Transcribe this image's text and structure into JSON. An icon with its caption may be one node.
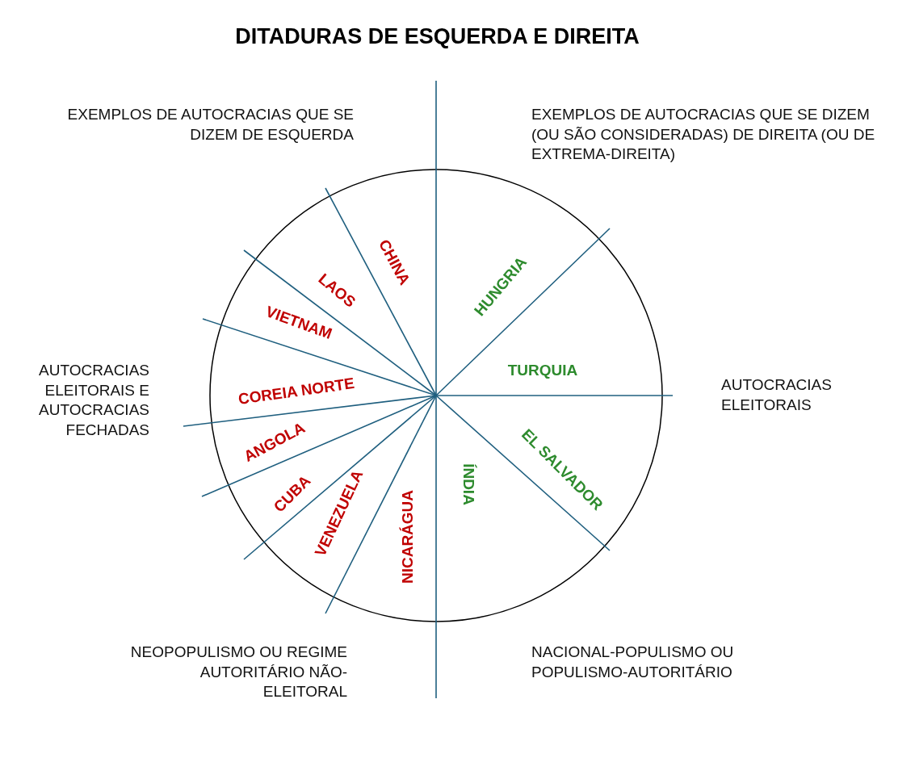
{
  "diagram": {
    "title": "DITADURAS DE ESQUERDA E DIREITA",
    "labels": [
      "EXEMPLOS DE AUTOCRACIAS QUE SE DIZEM DE ESQUERDA",
      "EXEMPLOS DE AUTOCRACIAS  QUE SE DIZEM  (OU SÃO CONSIDERADAS)  DE DIREITA (OU DE EXTREMA-DIREITA)",
      "CHINA",
      "LAOS",
      "HUNGRIA",
      "VIETNAM",
      "TURQUIA",
      "AUTOCRACIAS ELEITORAIS E AUTOCRACIAS FECHADAS",
      "COREIA NORTE",
      "AUTOCRACIAS ELEITORAIS",
      "ANGOLA",
      "EL SALVADOR",
      "CUBA",
      "VENEZUELA",
      "ÍNDIA",
      "NICARÁGUA",
      "NEOPOPULISMO OU REGIME AUTORITÁRIO NÃO-ELEITORAL",
      "NACIONAL-POPULISMO  OU POPULISMO-AUTORITÁRIO"
    ]
  }
}
